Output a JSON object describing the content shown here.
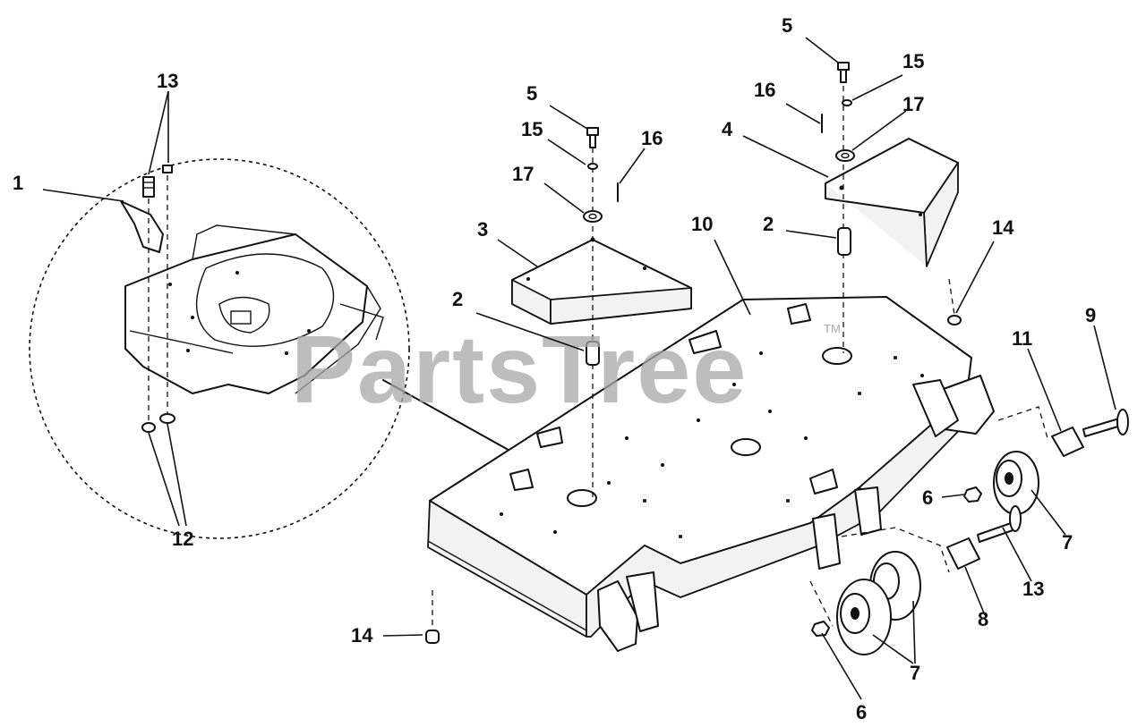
{
  "watermark": {
    "text": "PartsTree",
    "trademark": "TM"
  },
  "callouts": [
    {
      "id": "c1",
      "label": "1",
      "part": "bracket-1"
    },
    {
      "id": "c2a",
      "label": "2",
      "part": "spacer"
    },
    {
      "id": "c2b",
      "label": "2",
      "part": "spacer"
    },
    {
      "id": "c3",
      "label": "3",
      "part": "belt-cover-left"
    },
    {
      "id": "c4",
      "label": "4",
      "part": "belt-cover-right"
    },
    {
      "id": "c5a",
      "label": "5",
      "part": "bolt"
    },
    {
      "id": "c5b",
      "label": "5",
      "part": "bolt"
    },
    {
      "id": "c6a",
      "label": "6",
      "part": "nut"
    },
    {
      "id": "c6b",
      "label": "6",
      "part": "nut"
    },
    {
      "id": "c7a",
      "label": "7",
      "part": "wheel"
    },
    {
      "id": "c7b",
      "label": "7",
      "part": "wheel"
    },
    {
      "id": "c8",
      "label": "8",
      "part": "bushing"
    },
    {
      "id": "c9",
      "label": "9",
      "part": "bolt-long"
    },
    {
      "id": "c10",
      "label": "10",
      "part": "deck"
    },
    {
      "id": "c11",
      "label": "11",
      "part": "bushing"
    },
    {
      "id": "c12",
      "label": "12",
      "part": "washer-detail"
    },
    {
      "id": "c13a",
      "label": "13",
      "part": "bolt-detail"
    },
    {
      "id": "c13b",
      "label": "13",
      "part": "bolt"
    },
    {
      "id": "c14a",
      "label": "14",
      "part": "plug"
    },
    {
      "id": "c14b",
      "label": "14",
      "part": "plug"
    },
    {
      "id": "c15a",
      "label": "15",
      "part": "lock-washer"
    },
    {
      "id": "c15b",
      "label": "15",
      "part": "lock-washer"
    },
    {
      "id": "c16a",
      "label": "16",
      "part": "pin"
    },
    {
      "id": "c16b",
      "label": "16",
      "part": "pin"
    },
    {
      "id": "c17a",
      "label": "17",
      "part": "flat-washer"
    },
    {
      "id": "c17b",
      "label": "17",
      "part": "flat-washer"
    }
  ]
}
